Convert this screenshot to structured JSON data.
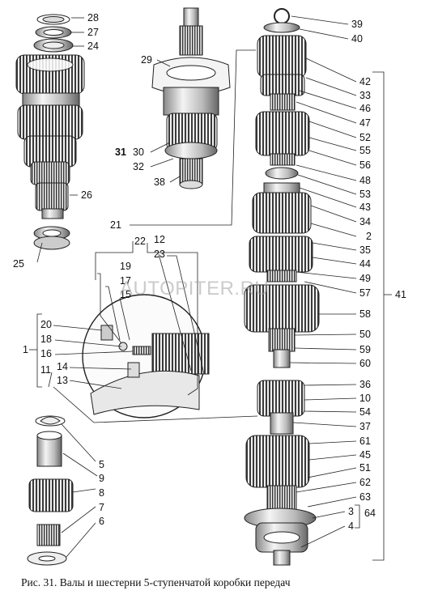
{
  "caption": "Рис. 31. Валы и шестерни 5-ступенчатой коробки передач",
  "watermark": "AUTOPITER.RU",
  "labels": {
    "l28": "28",
    "l27": "27",
    "l24": "24",
    "l26": "26",
    "l25": "25",
    "l29": "29",
    "l31": "31",
    "l30": "30",
    "l32": "32",
    "l38": "38",
    "l39": "39",
    "l40": "40",
    "l42": "42",
    "l33": "33",
    "l46": "46",
    "l47": "47",
    "l52": "52",
    "l55": "55",
    "l56": "56",
    "l48": "48",
    "l53": "53",
    "l43": "43",
    "l34": "34",
    "l2": "2",
    "l35": "35",
    "l44": "44",
    "l49": "49",
    "l57": "57",
    "l41": "41",
    "l58": "58",
    "l50": "50",
    "l59": "59",
    "l60": "60",
    "l36": "36",
    "l10": "10",
    "l54": "54",
    "l37": "37",
    "l61": "61",
    "l45": "45",
    "l51": "51",
    "l62": "62",
    "l63": "63",
    "l3": "3",
    "l64": "64",
    "l4": "4",
    "l21": "21",
    "l22": "22",
    "l12": "12",
    "l23": "23",
    "l19": "19",
    "l17": "17",
    "l15": "15",
    "l20": "20",
    "l18": "18",
    "l1": "1",
    "l16": "16",
    "l14": "14",
    "l11": "11",
    "l13": "13",
    "l5": "5",
    "l9": "9",
    "l8": "8",
    "l7": "7",
    "l6": "6"
  }
}
